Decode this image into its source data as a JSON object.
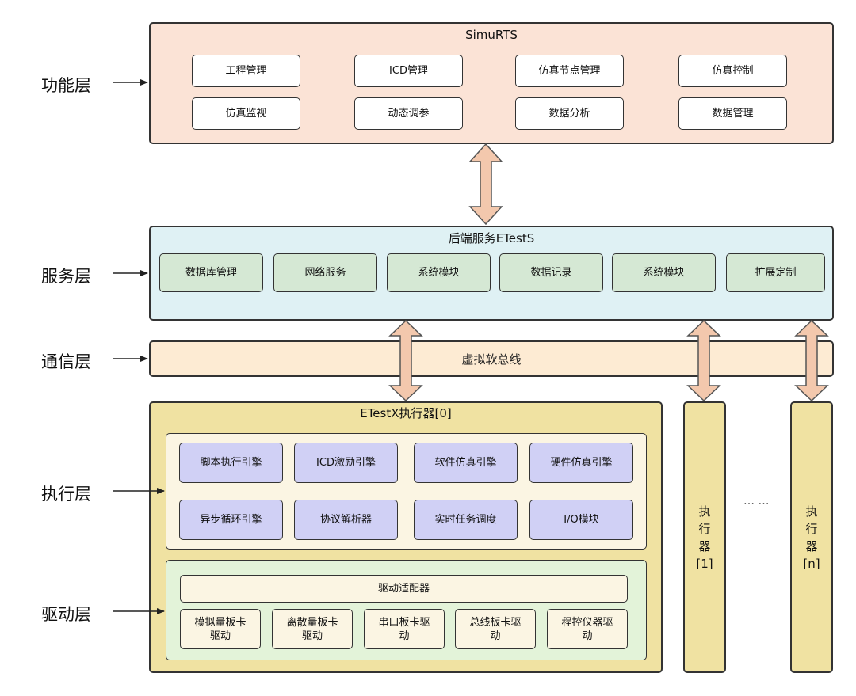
{
  "layers": {
    "functional": "功能层",
    "service": "服务层",
    "communication": "通信层",
    "execution": "执行层",
    "driver": "驱动层"
  },
  "simurts": {
    "title": "SimuRTS",
    "modules": [
      "工程管理",
      "ICD管理",
      "仿真节点管理",
      "仿真控制",
      "仿真监视",
      "动态调参",
      "数据分析",
      "数据管理"
    ]
  },
  "backend": {
    "title": "后端服务ETestS",
    "modules": [
      "数据库管理",
      "网络服务",
      "系统模块",
      "数据记录",
      "系统模块",
      "扩展定制"
    ]
  },
  "bus": {
    "label": "虚拟软总线"
  },
  "executor0": {
    "title": "ETestX执行器[0]",
    "engines": [
      "脚本执行引擎",
      "ICD激励引擎",
      "软件仿真引擎",
      "硬件仿真引擎",
      "异步循环引擎",
      "协议解析器",
      "实时任务调度",
      "I/O模块"
    ],
    "adapter": "驱动适配器",
    "drivers": [
      "模拟量板卡\n驱动",
      "离散量板卡\n驱动",
      "串口板卡驱\n动",
      "总线板卡驱\n动",
      "程控仪器驱\n动"
    ]
  },
  "executor1": {
    "label": "执\n行\n器\n[1]"
  },
  "executorN": {
    "label": "执\n行\n器\n[n]"
  },
  "ellipsis": "… …",
  "colors": {
    "functional_bg": "#fbe3d6",
    "service_bg": "#dff1f4",
    "bus_bg": "#fdebd3",
    "executor_bg": "#f0e2a2",
    "arrow_fill": "#f3c8ad"
  }
}
